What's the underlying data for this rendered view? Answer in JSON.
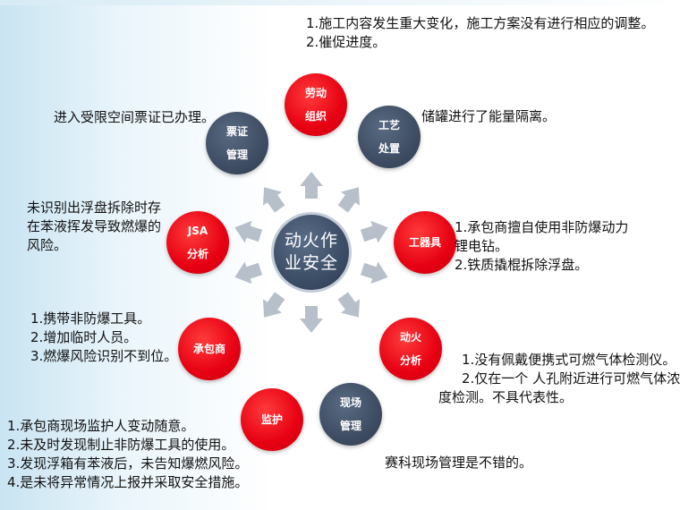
{
  "center": {
    "line1": "动火作",
    "line2": "业安全"
  },
  "nodes": {
    "labor": {
      "line1": "劳动",
      "line2": "组织"
    },
    "process": {
      "line1": "工艺",
      "line2": "处置"
    },
    "tools": {
      "line1": "工器具"
    },
    "fire_analysis": {
      "line1": "动火",
      "line2": "分析"
    },
    "site": {
      "line1": "现场",
      "line2": "管理"
    },
    "monitor": {
      "line1": "监护"
    },
    "contractor": {
      "line1": "承包商"
    },
    "jsa": {
      "line1": "JSA",
      "line2": "分析"
    },
    "permit": {
      "line1": "票证",
      "line2": "管理"
    }
  },
  "notes": {
    "labor": [
      "1.施工内容发生重大变化，施工方案没有进行相应的调整。",
      "2.催促进度。"
    ],
    "process": [
      "储罐进行了能量隔离。"
    ],
    "tools": [
      "1.承包商擅自使用非防爆动力",
      "锂电钻。",
      "2.铁质撬棍拆除浮盘。"
    ],
    "fire_analysis": [
      "1.没有佩戴便携式可燃气体检测仪。",
      "2.仅在一个 人孔附近进行可燃气体浓",
      "度检测。不具代表性。"
    ],
    "site": [
      "赛科现场管理是不错的。"
    ],
    "monitor": [
      "1.承包商现场监护人变动随意。",
      "2.未及时发现制止非防爆工具的使用。",
      "3.发现浮箱有苯液后，未告知爆燃风险。",
      "4.是未将异常情况上报并采取安全措施。"
    ],
    "contractor": [
      "1.携带非防爆工具。",
      "2.增加临时人员。",
      "3.燃爆风险识别不到位。"
    ],
    "jsa": [
      "未识别出浮盘拆除时存",
      "在苯液挥发导致燃爆的",
      "风险。"
    ],
    "permit": [
      "进入受限空间票证已办理。"
    ]
  },
  "colors": {
    "red": "#e60012",
    "navy": "#3e4d63",
    "center": "#3c4d66",
    "arrow": "#b7c0ca"
  }
}
